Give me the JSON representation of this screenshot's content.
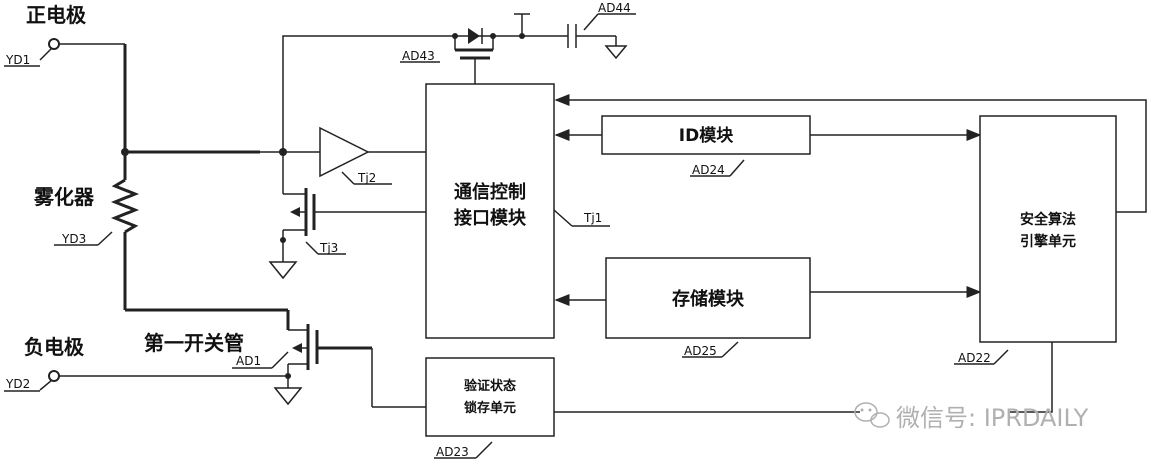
{
  "labels": {
    "positive_electrode": "正电极",
    "negative_electrode": "负电极",
    "atomizer": "雾化器",
    "first_switch": "第一开关管",
    "yd1": "YD1",
    "yd2": "YD2",
    "yd3": "YD3",
    "ad1": "AD1",
    "tj2": "Tj2",
    "tj3": "Tj3",
    "tj1": "Tj1",
    "ad43": "AD43",
    "ad44": "AD44",
    "ad24": "AD24",
    "ad25": "AD25",
    "ad22": "AD22",
    "ad23": "AD23"
  },
  "blocks": {
    "comm_line1": "通信控制",
    "comm_line2": "接口模块",
    "id_module": "ID模块",
    "storage_module": "存储模块",
    "security_line1": "安全算法",
    "security_line2": "引擎单元",
    "verify_line1": "验证状态",
    "verify_line2": "锁存单元"
  },
  "watermark": {
    "text": "微信号: IPRDAILY",
    "icon": "wechat-icon"
  },
  "colors": {
    "line": "#222222",
    "watermark": "#b0b0b0"
  }
}
